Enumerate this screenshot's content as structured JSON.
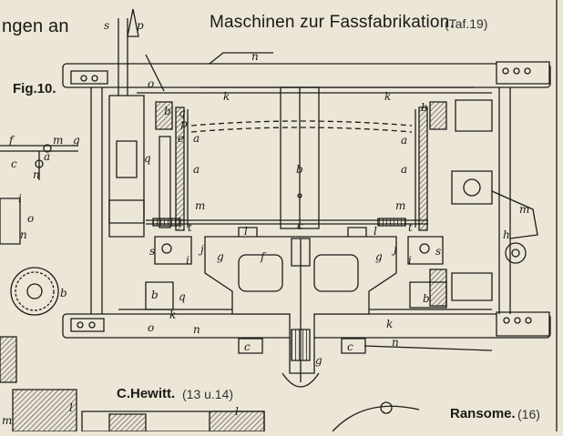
{
  "header": {
    "left_fragment": "ngen an",
    "title": "Maschinen zur Fassfabrikation.",
    "plate_ref": "(Taf.19)"
  },
  "figure_label": "Fig.10.",
  "captions": {
    "hewitt_name": "C.Hewitt.",
    "hewitt_ref": "(13 u.14)",
    "ransome_name": "Ransome.",
    "ransome_ref": "(16)"
  },
  "part_labels": {
    "s1": "s",
    "p1": "p",
    "n1_top": "n",
    "o1_top": "o",
    "k1_left": "k",
    "k1_right": "k",
    "b1_tl": "b",
    "q2": "q",
    "p2": "p",
    "e": "e",
    "a1_left": "a",
    "q1": "q",
    "a_left": "a",
    "b4": "b",
    "a_right": "a",
    "a1_right": "a",
    "b1_tr": "b",
    "m2_left": "m",
    "m_right": "m",
    "t_left": "t",
    "t3": "t",
    "l3_left": "l",
    "c": "c",
    "l3_right": "l",
    "m2_right": "m",
    "h1": "h",
    "s3": "s",
    "j_left": "j",
    "i_left": "i",
    "g_left": "g",
    "f": "f",
    "g_right": "g",
    "j_right": "j",
    "i_right": "i",
    "s3_right": "s",
    "b1_bl": "b",
    "q3": "q",
    "b1_br": "b",
    "k1_bot_left": "k",
    "k1_bot_right": "k",
    "o1_bot": "o",
    "n1_bot_left": "n",
    "n1_bot_right": "n",
    "c1_left": "c",
    "c1_right": "c",
    "g_bottom": "g",
    "fig10_f": "f",
    "fig10_m": "m",
    "fig10_g": "g",
    "fig10_c1": "c",
    "fig10_a1": "a",
    "fig10_n": "n",
    "side_i1": "i",
    "side_o1": "o",
    "side_n1": "n",
    "b3": "b",
    "l_left": "l",
    "l_right": "l",
    "m_bottom": "m"
  },
  "colors": {
    "paper": "#ece6d7",
    "ink": "#1e1c18",
    "hatch": "#5a5650"
  }
}
